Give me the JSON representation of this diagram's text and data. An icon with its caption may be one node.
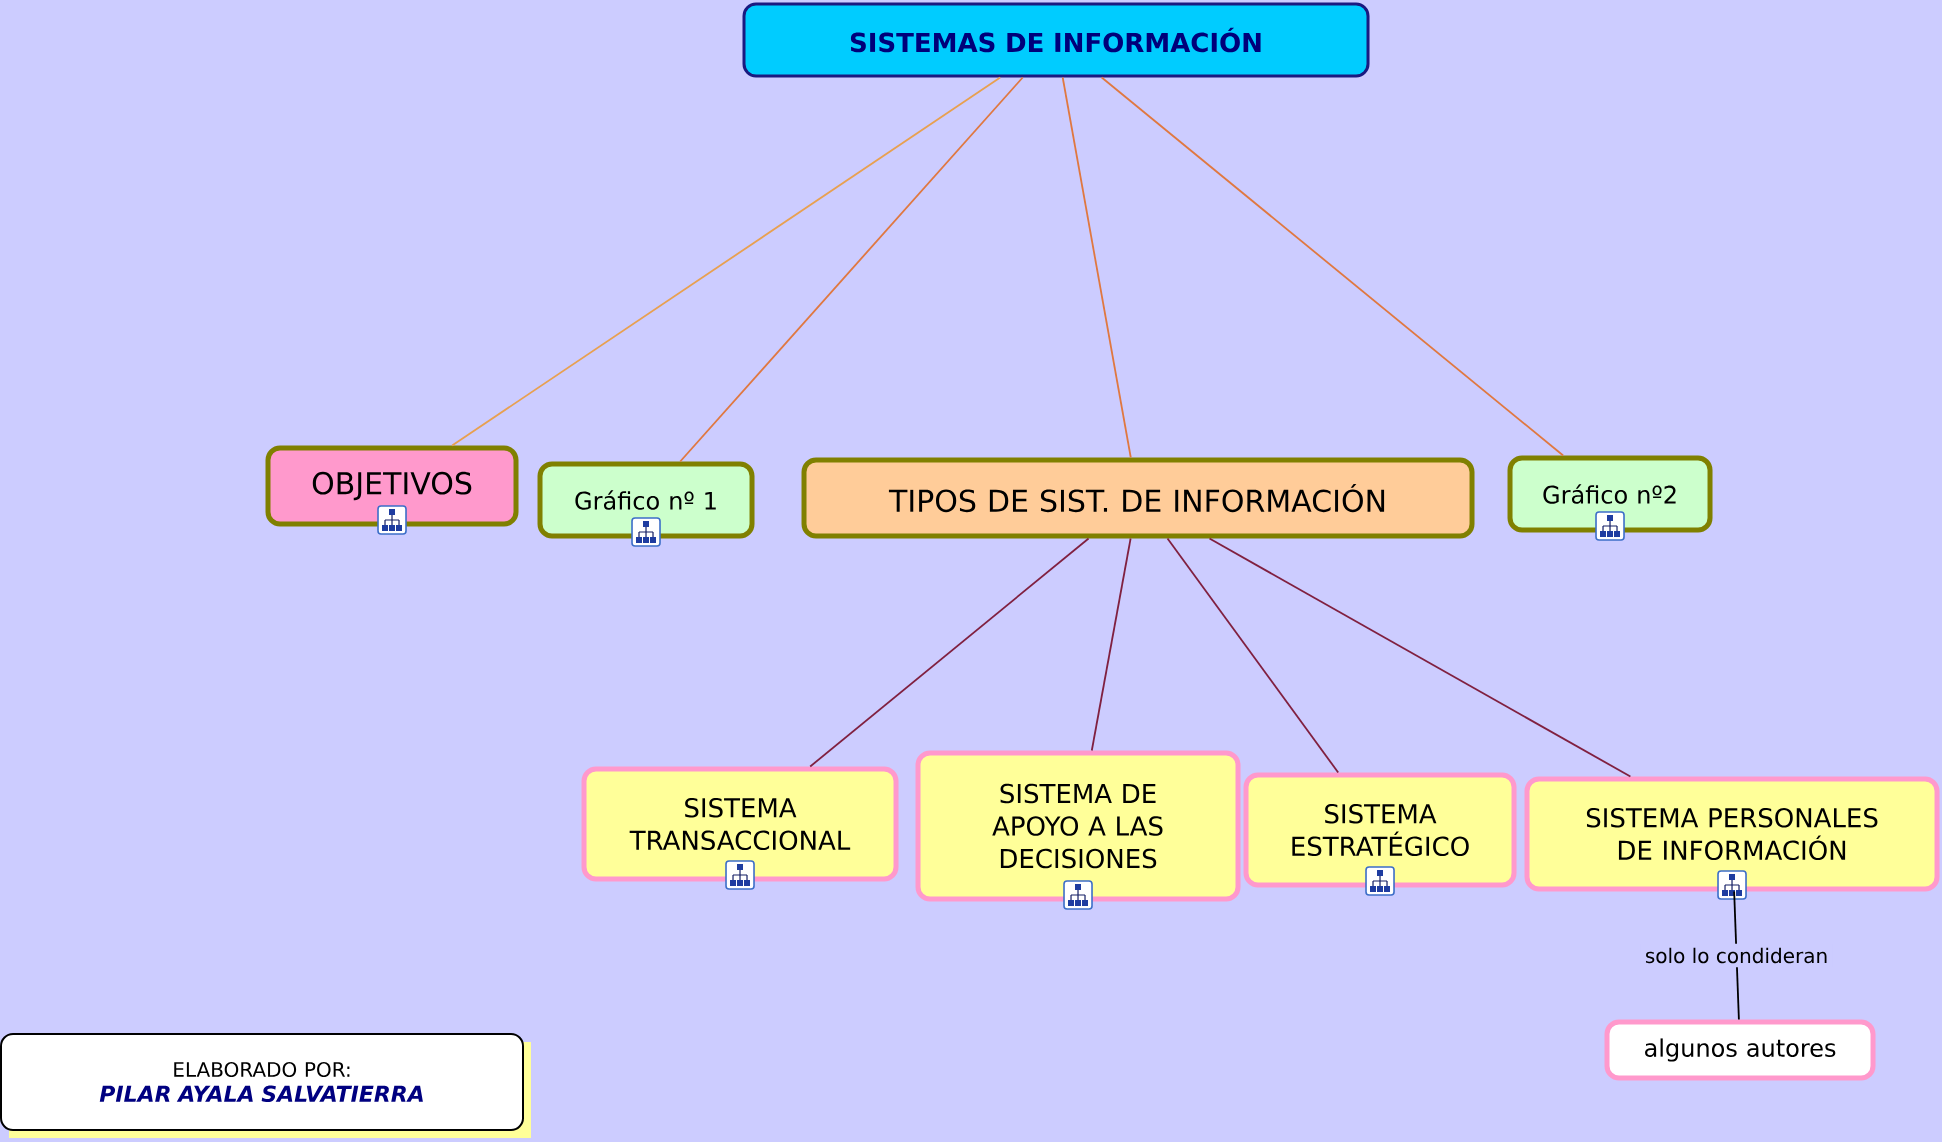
{
  "diagram": {
    "nodes": [
      {
        "text": [
          "SISTEMAS DE INFORMACIÓN"
        ]
      },
      {
        "text": [
          "OBJETIVOS"
        ]
      },
      {
        "text": [
          "Gráfico nº 1"
        ]
      },
      {
        "text": [
          "TIPOS DE SIST. DE INFORMACIÓN"
        ]
      },
      {
        "text": [
          "Gráfico nº2"
        ]
      },
      {
        "text": [
          "SISTEMA TRANSACCIONAL"
        ]
      },
      {
        "text": [
          "SISTEMA DE APOYO A LAS DECISIONES"
        ]
      },
      {
        "text": [
          "SISTEMA ESTRATÉGICO"
        ]
      },
      {
        "text": [
          "SISTEMA PERSONALES DE INFORMACIÓN"
        ]
      },
      {
        "text": [
          "algunos autores"
        ]
      },
      {
        "text": [
          "ELABORADO POR:",
          "PILAR AYALA SALVATIERRA"
        ]
      }
    ],
    "edges": [
      {
        "from": 0,
        "to": 1,
        "arrow": "none",
        "color": "#e8a050"
      },
      {
        "from": 0,
        "to": 2,
        "arrow": "none",
        "color": "#e07840"
      },
      {
        "from": 0,
        "to": 3,
        "arrow": "none",
        "color": "#e07840"
      },
      {
        "from": 0,
        "to": 4,
        "arrow": "none",
        "color": "#e07840"
      },
      {
        "from": 3,
        "to": 5,
        "arrow": "none",
        "color": "#802040"
      },
      {
        "from": 3,
        "to": 6,
        "arrow": "none",
        "color": "#802040"
      },
      {
        "from": 3,
        "to": 7,
        "arrow": "none",
        "color": "#802040"
      },
      {
        "from": 3,
        "to": 8,
        "arrow": "none",
        "color": "#802040"
      },
      {
        "from": 8,
        "to": 9,
        "arrow": "none",
        "label": "solo lo condideran",
        "color": "#000000"
      }
    ]
  }
}
